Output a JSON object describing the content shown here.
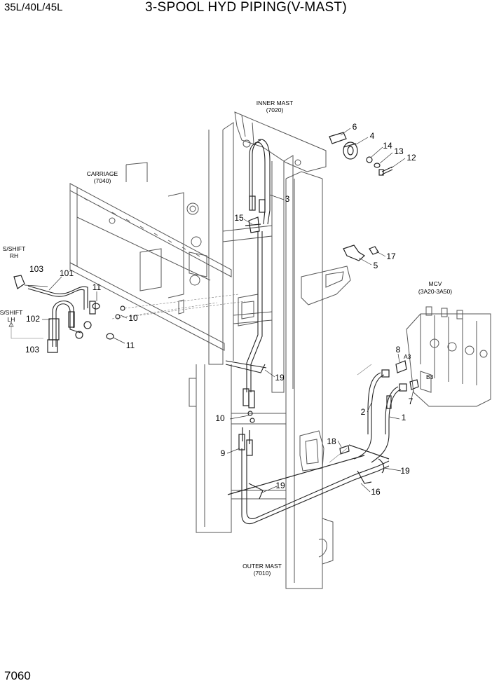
{
  "header": {
    "model": "35L/40L/45L",
    "title": "3-SPOOL HYD PIPING(V-MAST)"
  },
  "page_number": "7060",
  "assemblies": {
    "inner_mast": {
      "name": "INNER MAST",
      "code": "(7020)"
    },
    "carriage": {
      "name": "CARRIAGE",
      "code": "(7040)"
    },
    "outer_mast": {
      "name": "OUTER MAST",
      "code": "(7010)"
    },
    "mcv": {
      "name": "MCV",
      "code": "(3A20-3A50)"
    }
  },
  "side_labels": {
    "sshift_rh_1": "S/SHIFT",
    "sshift_rh_2": "RH",
    "sshift_lh_1": "S/SHIFT",
    "sshift_lh_2": "LH"
  },
  "port_labels": {
    "a3": "A3",
    "b3": "B3"
  },
  "callouts": {
    "c1": "1",
    "c2": "2",
    "c3": "3",
    "c4": "4",
    "c5": "5",
    "c6": "6",
    "c7": "7",
    "c8": "8",
    "c9": "9",
    "c10a": "10",
    "c10b": "10",
    "c11a": "11",
    "c11b": "11",
    "c12": "12",
    "c13": "13",
    "c14": "14",
    "c15": "15",
    "c16": "16",
    "c17": "17",
    "c18": "18",
    "c19a": "19",
    "c19b": "19",
    "c19c": "19",
    "c101": "101",
    "c102": "102",
    "c103a": "103",
    "c103b": "103"
  }
}
